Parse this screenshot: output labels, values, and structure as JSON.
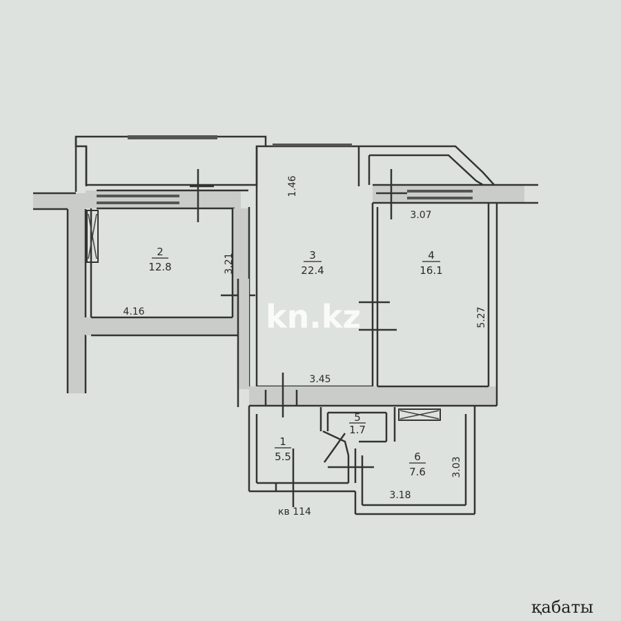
{
  "watermark": "kn.kz",
  "rooms": [
    {
      "num": "1",
      "area": "5.5"
    },
    {
      "num": "2",
      "area": "12.8"
    },
    {
      "num": "3",
      "area": "22.4"
    },
    {
      "num": "4",
      "area": "16.1"
    },
    {
      "num": "5",
      "area": "1.7"
    },
    {
      "num": "6",
      "area": "7.6"
    }
  ],
  "dimensions": {
    "d146": "1.46",
    "d307": "3.07",
    "d321": "3.21",
    "d416": "4.16",
    "d527": "5.27",
    "d345": "3.45",
    "d303": "3.03",
    "d318": "3.18"
  },
  "apartment_label": "кв 114",
  "caption": "қабаты"
}
